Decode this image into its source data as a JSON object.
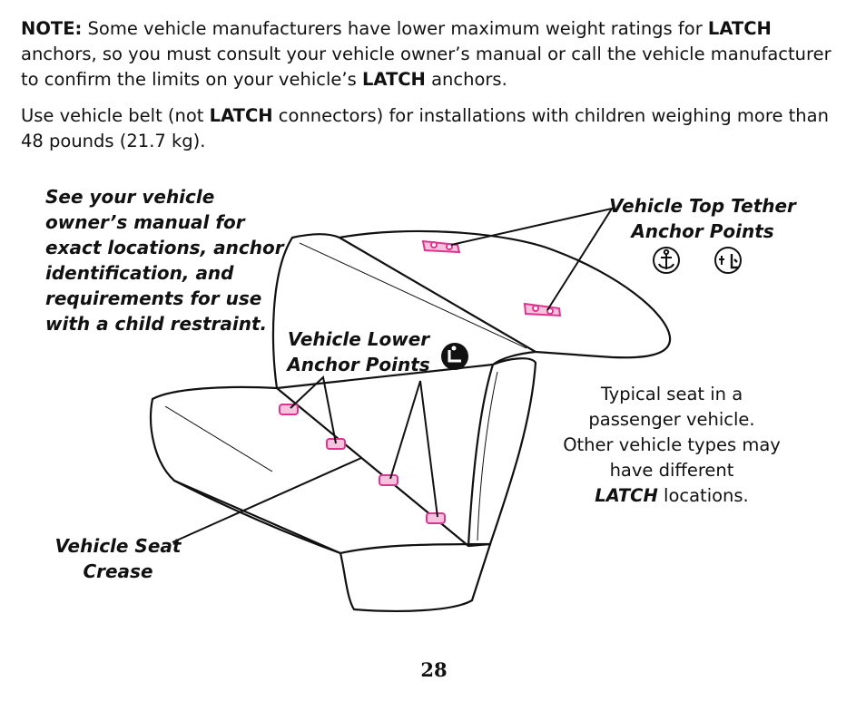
{
  "note": {
    "prefix": "NOTE:",
    "t1": " Some vehicle manufacturers have lower maximum weight ratings for ",
    "latch1": "LATCH",
    "t2": " anchors, so you must consult your vehicle owner’s manual or call the vehicle manufacturer to confirm the limits on your vehicle’s ",
    "latch2": "LATCH",
    "t3": " anchors."
  },
  "belt": {
    "t1": "Use vehicle belt (not ",
    "latch": "LATCH",
    "t2": " connectors) for installations with children weighing more than 48 pounds (21.7 kg)."
  },
  "labels": {
    "see_manual": "See your vehicle owner’s manual for exact locations, anchor identification, and requirements for use with a child restraint.",
    "tether": "Vehicle Top Tether Anchor Points",
    "lower": "Vehicle Lower Anchor Points",
    "crease": "Vehicle Seat Crease"
  },
  "typical": {
    "text": "Typical seat in a passenger vehicle. Other vehicle types may have different",
    "latch": "LATCH",
    "end": " locations."
  },
  "icons": [
    "anchor-icon",
    "tether-seat-icon",
    "lower-anchor-seat-icon"
  ],
  "colors": {
    "anchor_pink": "#e0338f",
    "line": "#111111"
  },
  "page_number": "28"
}
